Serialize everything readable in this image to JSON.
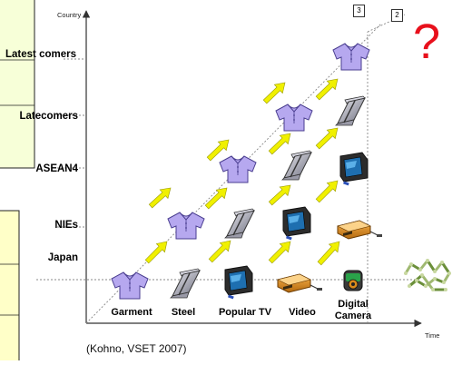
{
  "axes": {
    "y_title": "Country",
    "x_title": "Time"
  },
  "countries": [
    "Japan",
    "NIEs",
    "ASEAN4",
    "Latecomers",
    "Latest comers"
  ],
  "industries": [
    "Garment",
    "Steel",
    "Popular TV",
    "Video",
    "Digital Camera"
  ],
  "boxes": [
    "3",
    "2"
  ],
  "question_mark": "?",
  "citation": "(Kohno, VSET 2007)",
  "icons": {
    "Garment": "shirt-icon",
    "Steel": "steel-beam-icon",
    "Popular TV": "tv-icon",
    "Video": "video-recorder-icon",
    "Digital Camera": "digital-camera-icon"
  },
  "colors": {
    "shirt": "#b6a8ef",
    "arrow": "#f0f000",
    "question": "#e8101c",
    "panel_fill": "#ffffc8"
  }
}
